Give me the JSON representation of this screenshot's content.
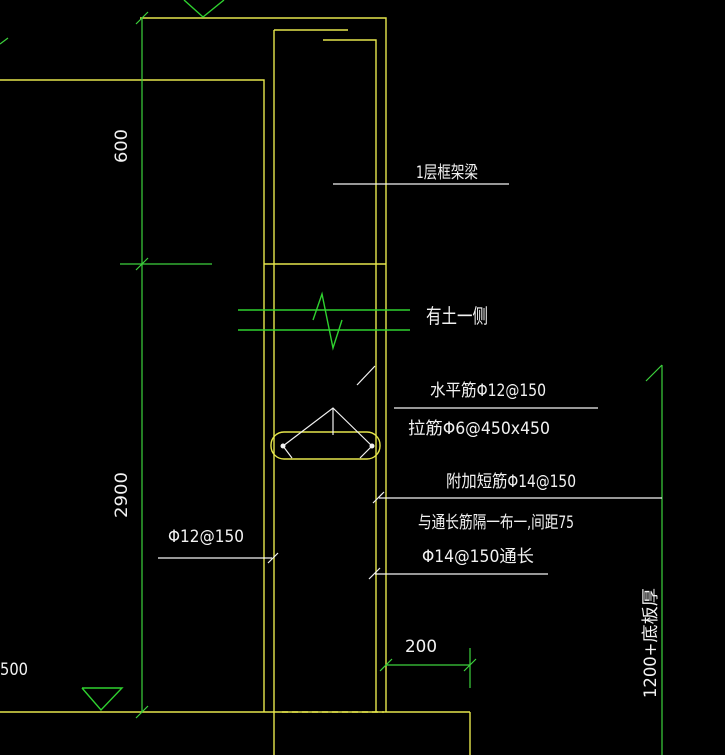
{
  "colors": {
    "background": "#000000",
    "concrete_outline": "#e6e64c",
    "rebar_and_text": "#f2f2f2",
    "dimension": "#3cd13c",
    "soil_symbol": "#2fd12f"
  },
  "dimensions": {
    "upper_height": "600",
    "lower_height": "2900",
    "rebar_cover": "200",
    "left_partial": "500",
    "base_note": "1200+底板厚"
  },
  "labels": {
    "frame_beam": "1层框架梁",
    "soil_side": "有土一侧",
    "horizontal_bar": "水平筋Φ12@150",
    "tie_bar": "拉筋Φ6@450x450",
    "additional_bar": "附加短筋Φ14@150",
    "spacing_note": "与通长筋隔一布一,间距75",
    "continuous_bar": "Φ14@150通长",
    "left_bar": "Φ12@150"
  }
}
